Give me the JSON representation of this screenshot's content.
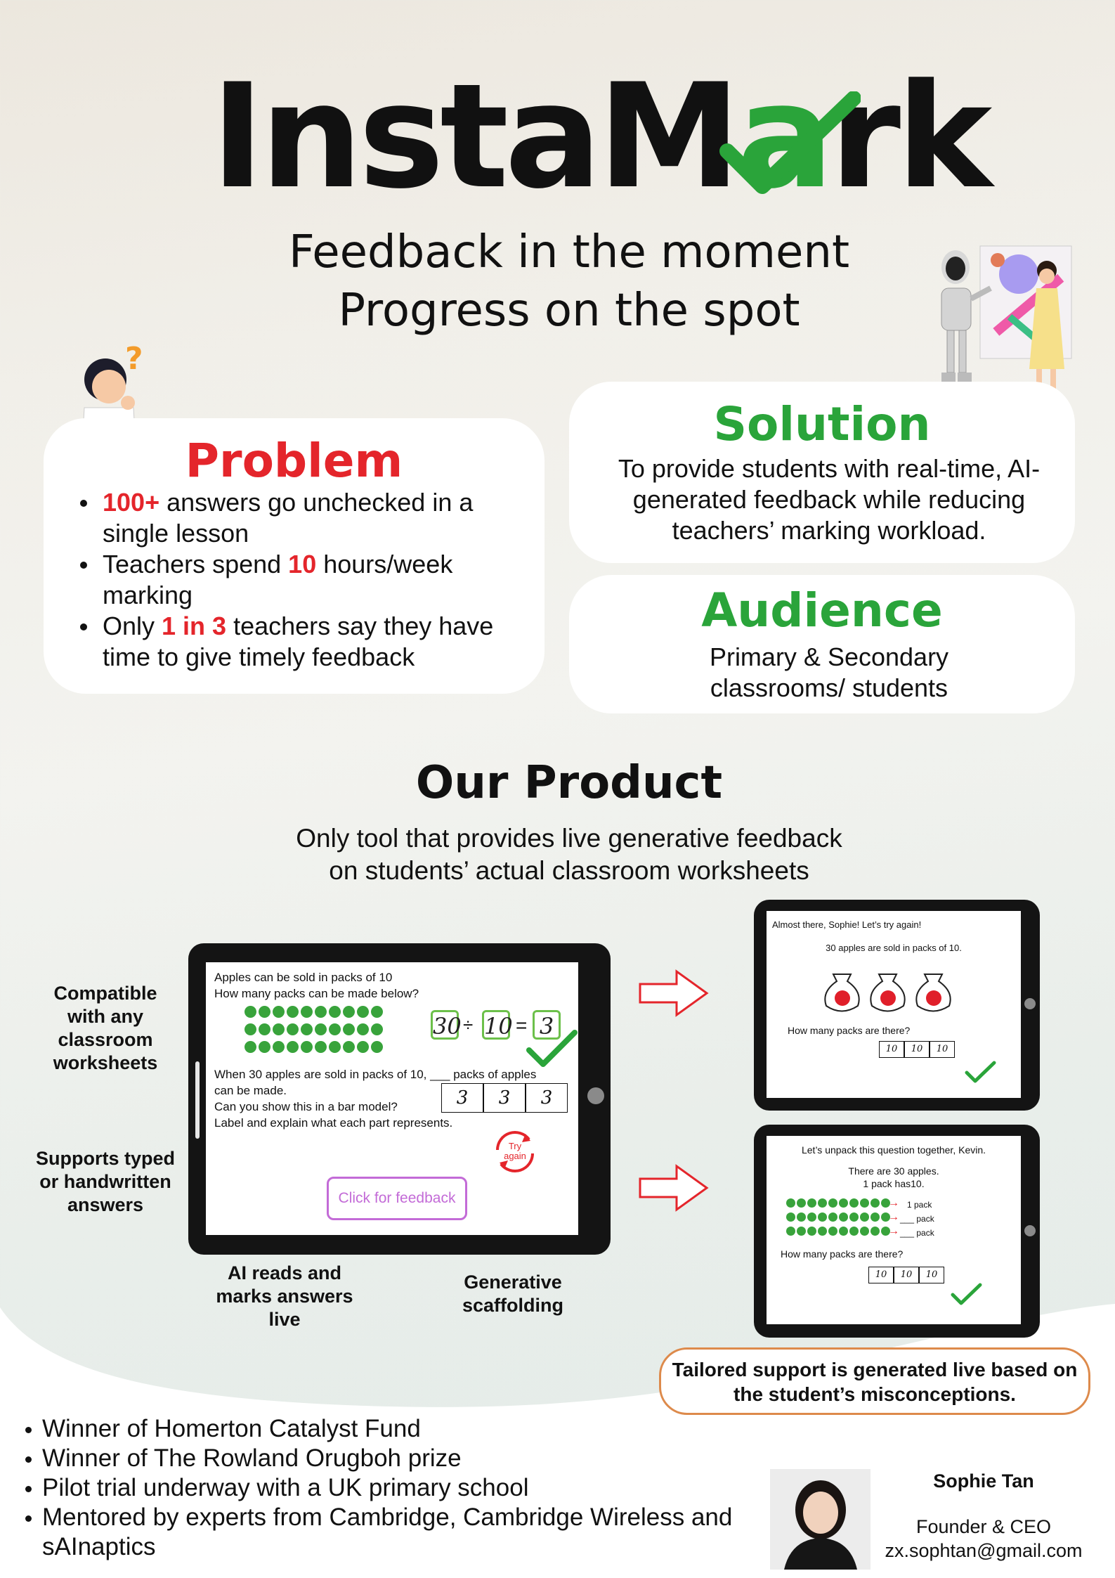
{
  "logo": {
    "part1": "InstaM",
    "part2": "a",
    "part3": "rk"
  },
  "tagline": {
    "line1": "Feedback in the moment",
    "line2": "Progress on the spot"
  },
  "problem": {
    "title": "Problem",
    "items": [
      {
        "pre": "",
        "highlight": "100+",
        "post": " answers go unchecked in a single lesson"
      },
      {
        "pre": "Teachers spend ",
        "highlight": "10",
        "post": " hours/week marking"
      },
      {
        "pre": "Only ",
        "highlight": "1 in 3",
        "post": " teachers say they have time to give timely feedback"
      }
    ]
  },
  "solution": {
    "title": "Solution",
    "text": "To provide students with real-time, AI-generated feedback while reducing teachers’ marking workload."
  },
  "audience": {
    "title": "Audience",
    "text": "Primary & Secondary classrooms/ students"
  },
  "product": {
    "title": "Our Product",
    "subtitle_line1": "Only tool that provides live generative feedback",
    "subtitle_line2": "on students’ actual classroom worksheets"
  },
  "labels": {
    "compatible": "Compatible with any classroom worksheets",
    "supports": "Supports typed or handwritten answers",
    "ai_reads": "AI reads and marks answers live",
    "scaffolding": "Generative scaffolding",
    "tailored": "Tailored support is generated live based on the student’s misconceptions."
  },
  "main_tablet": {
    "q1_line1": "Apples can be sold in packs of 10",
    "q1_line2": "How many packs can be made below?",
    "box1": "30",
    "divide": "÷",
    "box2": "10",
    "equals": "=",
    "box3": "3",
    "q2_line1": "When 30 apples are sold in packs of 10, ___ packs of apples",
    "q2_line2": "can be made.",
    "q2_line3": "Can you show this in a bar model?",
    "q2_line4": "Label and explain what each part represents.",
    "bar": [
      "3",
      "3",
      "3"
    ],
    "try_again": "Try again",
    "feedback_button": "Click for feedback"
  },
  "tablet_top": {
    "line1": "Almost there, Sophie! Let’s try again!",
    "line2": "30 apples are sold in packs of 10.",
    "line3": "How many packs are there?",
    "bar": [
      "10",
      "10",
      "10"
    ]
  },
  "tablet_bottom": {
    "line1": "Let’s unpack this question together, Kevin.",
    "line2": "There are 30 apples.",
    "line3": "1 pack has10.",
    "row1": "1 pack",
    "row2": "___ pack",
    "row3": "___ pack",
    "line4": "How many packs are there?",
    "bar": [
      "10",
      "10",
      "10"
    ]
  },
  "achievements": [
    "Winner of Homerton Catalyst Fund",
    "Winner of The Rowland Orugboh prize",
    "Pilot trial underway with a UK primary school",
    "Mentored by experts from Cambridge, Cambridge Wireless and sAInaptics"
  ],
  "founder": {
    "name": "Sophie Tan",
    "role": "Founder & CEO",
    "email": "zx.sophtan@gmail.com"
  },
  "colors": {
    "red": "#e4252b",
    "green": "#2aa43a",
    "purple": "#c36bd7",
    "orange": "#dd8a4b"
  }
}
